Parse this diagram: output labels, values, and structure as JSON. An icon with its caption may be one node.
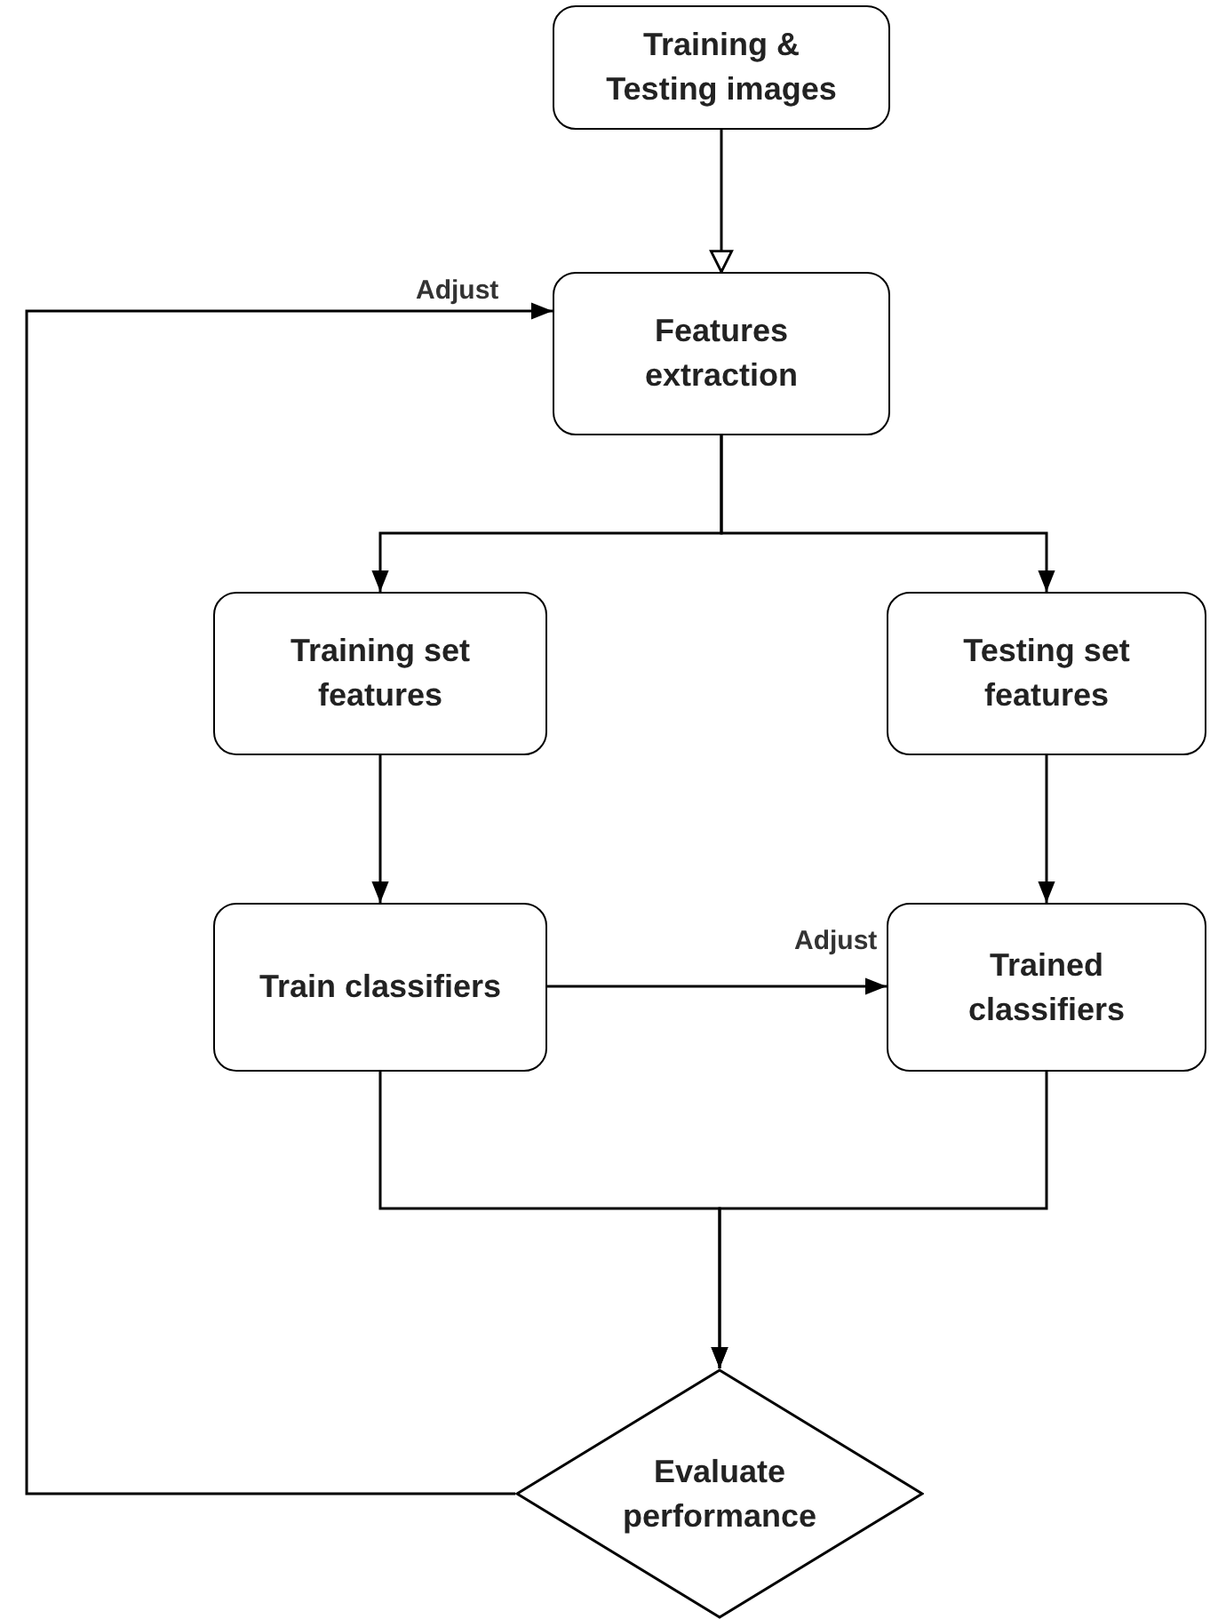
{
  "diagram": {
    "nodes": [
      {
        "text": [
          "Training & Testing images"
        ]
      },
      {
        "text": [
          "Features extraction"
        ]
      },
      {
        "text": [
          "Training set features"
        ]
      },
      {
        "text": [
          "Testing set features"
        ]
      },
      {
        "text": [
          "Train classifiers"
        ]
      },
      {
        "text": [
          "Trained classifiers"
        ]
      },
      {
        "text": [
          "Evaluate performance"
        ]
      }
    ],
    "edges": [
      {
        "from": 0,
        "to": 1,
        "arrow": "to"
      },
      {
        "from": 1,
        "to": 2,
        "arrow": "to"
      },
      {
        "from": 1,
        "to": 3,
        "arrow": "to"
      },
      {
        "from": 2,
        "to": 4,
        "arrow": "to"
      },
      {
        "from": 3,
        "to": 5,
        "arrow": "to"
      },
      {
        "from": 4,
        "to": 5,
        "arrow": "to",
        "label": "Adjust"
      },
      {
        "from": 4,
        "to": 6,
        "arrow": "to"
      },
      {
        "from": 5,
        "to": 6,
        "arrow": "to"
      },
      {
        "from": 6,
        "to": 1,
        "arrow": "to",
        "label": "Adjust"
      }
    ]
  }
}
